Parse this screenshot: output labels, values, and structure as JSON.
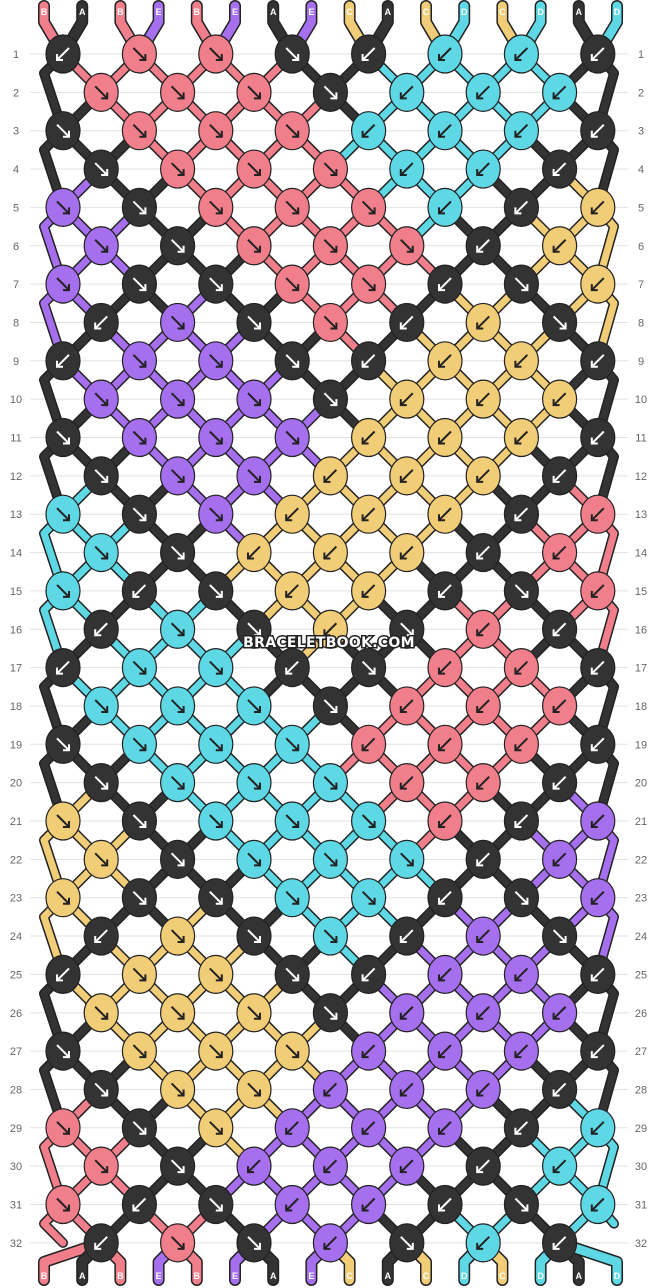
{
  "pattern": {
    "colors": {
      "A": "#333333",
      "B": "#f07f8b",
      "C": "#f2cd78",
      "D": "#5fd8e6",
      "E": "#a56fee"
    },
    "top_labels": [
      "B",
      "A",
      "B",
      "E",
      "B",
      "E",
      "A",
      "E",
      "C",
      "A",
      "C",
      "D",
      "C",
      "D",
      "A",
      "D"
    ],
    "bottom_labels": [
      "B",
      "A",
      "B",
      "E",
      "B",
      "E",
      "A",
      "E",
      "C",
      "A",
      "C",
      "D",
      "C",
      "D",
      "A",
      "D"
    ],
    "rows": [
      {
        "label": "1",
        "knots": [
          [
            "A",
            "bl"
          ],
          [
            "B",
            "br"
          ],
          [
            "B",
            "br"
          ],
          [
            "A",
            "br"
          ],
          [
            "A",
            "bl"
          ],
          [
            "D",
            "bl"
          ],
          [
            "D",
            "bl"
          ],
          [
            "A",
            "bl"
          ]
        ]
      },
      {
        "label": "2",
        "knots": [
          [
            "B",
            "br"
          ],
          [
            "B",
            "br"
          ],
          [
            "B",
            "br"
          ],
          [
            "A",
            "br"
          ],
          [
            "D",
            "bl"
          ],
          [
            "D",
            "bl"
          ],
          [
            "D",
            "bl"
          ]
        ]
      },
      {
        "label": "3",
        "knots": [
          [
            "A",
            "br"
          ],
          [
            "B",
            "br"
          ],
          [
            "B",
            "br"
          ],
          [
            "B",
            "br"
          ],
          [
            "D",
            "bl"
          ],
          [
            "D",
            "bl"
          ],
          [
            "D",
            "bl"
          ],
          [
            "A",
            "bl"
          ]
        ]
      },
      {
        "label": "4",
        "knots": [
          [
            "A",
            "br"
          ],
          [
            "B",
            "br"
          ],
          [
            "B",
            "br"
          ],
          [
            "B",
            "br"
          ],
          [
            "D",
            "bl"
          ],
          [
            "D",
            "bl"
          ],
          [
            "A",
            "bl"
          ]
        ]
      },
      {
        "label": "5",
        "knots": [
          [
            "E",
            "br"
          ],
          [
            "A",
            "br"
          ],
          [
            "B",
            "br"
          ],
          [
            "B",
            "br"
          ],
          [
            "B",
            "br"
          ],
          [
            "D",
            "bl"
          ],
          [
            "A",
            "bl"
          ],
          [
            "C",
            "bl"
          ]
        ]
      },
      {
        "label": "6",
        "knots": [
          [
            "E",
            "br"
          ],
          [
            "A",
            "br"
          ],
          [
            "B",
            "br"
          ],
          [
            "B",
            "br"
          ],
          [
            "B",
            "br"
          ],
          [
            "A",
            "bl"
          ],
          [
            "C",
            "bl"
          ]
        ]
      },
      {
        "label": "7",
        "knots": [
          [
            "E",
            "br"
          ],
          [
            "A",
            "br"
          ],
          [
            "A",
            "br"
          ],
          [
            "B",
            "br"
          ],
          [
            "B",
            "br"
          ],
          [
            "A",
            "bl"
          ],
          [
            "A",
            "br"
          ],
          [
            "C",
            "bl"
          ]
        ]
      },
      {
        "label": "8",
        "knots": [
          [
            "A",
            "bl"
          ],
          [
            "E",
            "br"
          ],
          [
            "A",
            "br"
          ],
          [
            "B",
            "br"
          ],
          [
            "A",
            "bl"
          ],
          [
            "C",
            "bl"
          ],
          [
            "A",
            "br"
          ]
        ]
      },
      {
        "label": "9",
        "knots": [
          [
            "A",
            "bl"
          ],
          [
            "E",
            "br"
          ],
          [
            "E",
            "br"
          ],
          [
            "A",
            "br"
          ],
          [
            "A",
            "bl"
          ],
          [
            "C",
            "bl"
          ],
          [
            "C",
            "bl"
          ],
          [
            "A",
            "bl"
          ]
        ]
      },
      {
        "label": "10",
        "knots": [
          [
            "E",
            "br"
          ],
          [
            "E",
            "br"
          ],
          [
            "E",
            "br"
          ],
          [
            "A",
            "br"
          ],
          [
            "C",
            "bl"
          ],
          [
            "C",
            "bl"
          ],
          [
            "C",
            "bl"
          ]
        ]
      },
      {
        "label": "11",
        "knots": [
          [
            "A",
            "br"
          ],
          [
            "E",
            "br"
          ],
          [
            "E",
            "br"
          ],
          [
            "E",
            "br"
          ],
          [
            "C",
            "bl"
          ],
          [
            "C",
            "bl"
          ],
          [
            "C",
            "bl"
          ],
          [
            "A",
            "bl"
          ]
        ]
      },
      {
        "label": "12",
        "knots": [
          [
            "A",
            "br"
          ],
          [
            "E",
            "br"
          ],
          [
            "E",
            "br"
          ],
          [
            "C",
            "bl"
          ],
          [
            "C",
            "bl"
          ],
          [
            "C",
            "bl"
          ],
          [
            "A",
            "bl"
          ]
        ]
      },
      {
        "label": "13",
        "knots": [
          [
            "D",
            "br"
          ],
          [
            "A",
            "br"
          ],
          [
            "E",
            "br"
          ],
          [
            "C",
            "bl"
          ],
          [
            "C",
            "bl"
          ],
          [
            "C",
            "bl"
          ],
          [
            "A",
            "bl"
          ],
          [
            "B",
            "bl"
          ]
        ]
      },
      {
        "label": "14",
        "knots": [
          [
            "D",
            "br"
          ],
          [
            "A",
            "br"
          ],
          [
            "C",
            "bl"
          ],
          [
            "C",
            "bl"
          ],
          [
            "C",
            "bl"
          ],
          [
            "A",
            "bl"
          ],
          [
            "B",
            "bl"
          ]
        ]
      },
      {
        "label": "15",
        "knots": [
          [
            "D",
            "br"
          ],
          [
            "A",
            "bl"
          ],
          [
            "A",
            "br"
          ],
          [
            "C",
            "bl"
          ],
          [
            "C",
            "bl"
          ],
          [
            "A",
            "bl"
          ],
          [
            "A",
            "br"
          ],
          [
            "B",
            "bl"
          ]
        ]
      },
      {
        "label": "16",
        "knots": [
          [
            "A",
            "bl"
          ],
          [
            "D",
            "br"
          ],
          [
            "A",
            "br"
          ],
          [
            "C",
            "bl"
          ],
          [
            "A",
            "br"
          ],
          [
            "B",
            "bl"
          ],
          [
            "A",
            "bl"
          ]
        ]
      },
      {
        "label": "17",
        "knots": [
          [
            "A",
            "bl"
          ],
          [
            "D",
            "br"
          ],
          [
            "D",
            "br"
          ],
          [
            "A",
            "bl"
          ],
          [
            "A",
            "br"
          ],
          [
            "B",
            "bl"
          ],
          [
            "B",
            "bl"
          ],
          [
            "A",
            "bl"
          ]
        ]
      },
      {
        "label": "18",
        "knots": [
          [
            "D",
            "br"
          ],
          [
            "D",
            "br"
          ],
          [
            "D",
            "br"
          ],
          [
            "A",
            "br"
          ],
          [
            "B",
            "bl"
          ],
          [
            "B",
            "bl"
          ],
          [
            "B",
            "bl"
          ]
        ]
      },
      {
        "label": "19",
        "knots": [
          [
            "A",
            "br"
          ],
          [
            "D",
            "br"
          ],
          [
            "D",
            "br"
          ],
          [
            "D",
            "br"
          ],
          [
            "B",
            "bl"
          ],
          [
            "B",
            "bl"
          ],
          [
            "B",
            "bl"
          ],
          [
            "A",
            "bl"
          ]
        ]
      },
      {
        "label": "20",
        "knots": [
          [
            "A",
            "br"
          ],
          [
            "D",
            "br"
          ],
          [
            "D",
            "br"
          ],
          [
            "D",
            "br"
          ],
          [
            "B",
            "bl"
          ],
          [
            "B",
            "bl"
          ],
          [
            "A",
            "bl"
          ]
        ]
      },
      {
        "label": "21",
        "knots": [
          [
            "C",
            "br"
          ],
          [
            "A",
            "br"
          ],
          [
            "D",
            "br"
          ],
          [
            "D",
            "br"
          ],
          [
            "D",
            "br"
          ],
          [
            "B",
            "bl"
          ],
          [
            "A",
            "bl"
          ],
          [
            "E",
            "bl"
          ]
        ]
      },
      {
        "label": "22",
        "knots": [
          [
            "C",
            "br"
          ],
          [
            "A",
            "br"
          ],
          [
            "D",
            "br"
          ],
          [
            "D",
            "br"
          ],
          [
            "D",
            "br"
          ],
          [
            "A",
            "bl"
          ],
          [
            "E",
            "bl"
          ]
        ]
      },
      {
        "label": "23",
        "knots": [
          [
            "C",
            "br"
          ],
          [
            "A",
            "br"
          ],
          [
            "A",
            "br"
          ],
          [
            "D",
            "br"
          ],
          [
            "D",
            "br"
          ],
          [
            "A",
            "bl"
          ],
          [
            "A",
            "br"
          ],
          [
            "E",
            "bl"
          ]
        ]
      },
      {
        "label": "24",
        "knots": [
          [
            "A",
            "bl"
          ],
          [
            "C",
            "br"
          ],
          [
            "A",
            "br"
          ],
          [
            "D",
            "br"
          ],
          [
            "A",
            "bl"
          ],
          [
            "E",
            "bl"
          ],
          [
            "A",
            "br"
          ]
        ]
      },
      {
        "label": "25",
        "knots": [
          [
            "A",
            "bl"
          ],
          [
            "C",
            "br"
          ],
          [
            "C",
            "br"
          ],
          [
            "A",
            "br"
          ],
          [
            "A",
            "bl"
          ],
          [
            "E",
            "bl"
          ],
          [
            "E",
            "bl"
          ],
          [
            "A",
            "bl"
          ]
        ]
      },
      {
        "label": "26",
        "knots": [
          [
            "C",
            "br"
          ],
          [
            "C",
            "br"
          ],
          [
            "C",
            "br"
          ],
          [
            "A",
            "br"
          ],
          [
            "E",
            "bl"
          ],
          [
            "E",
            "bl"
          ],
          [
            "E",
            "bl"
          ]
        ]
      },
      {
        "label": "27",
        "knots": [
          [
            "A",
            "br"
          ],
          [
            "C",
            "br"
          ],
          [
            "C",
            "br"
          ],
          [
            "C",
            "br"
          ],
          [
            "E",
            "bl"
          ],
          [
            "E",
            "bl"
          ],
          [
            "E",
            "bl"
          ],
          [
            "A",
            "bl"
          ]
        ]
      },
      {
        "label": "28",
        "knots": [
          [
            "A",
            "br"
          ],
          [
            "C",
            "br"
          ],
          [
            "C",
            "br"
          ],
          [
            "E",
            "bl"
          ],
          [
            "E",
            "bl"
          ],
          [
            "E",
            "bl"
          ],
          [
            "A",
            "bl"
          ]
        ]
      },
      {
        "label": "29",
        "knots": [
          [
            "B",
            "br"
          ],
          [
            "A",
            "br"
          ],
          [
            "C",
            "br"
          ],
          [
            "E",
            "bl"
          ],
          [
            "E",
            "bl"
          ],
          [
            "E",
            "bl"
          ],
          [
            "A",
            "bl"
          ],
          [
            "D",
            "bl"
          ]
        ]
      },
      {
        "label": "30",
        "knots": [
          [
            "B",
            "br"
          ],
          [
            "A",
            "br"
          ],
          [
            "E",
            "bl"
          ],
          [
            "E",
            "bl"
          ],
          [
            "E",
            "bl"
          ],
          [
            "A",
            "bl"
          ],
          [
            "D",
            "bl"
          ]
        ]
      },
      {
        "label": "31",
        "knots": [
          [
            "B",
            "br"
          ],
          [
            "A",
            "bl"
          ],
          [
            "A",
            "br"
          ],
          [
            "E",
            "bl"
          ],
          [
            "E",
            "bl"
          ],
          [
            "A",
            "bl"
          ],
          [
            "A",
            "br"
          ],
          [
            "D",
            "bl"
          ]
        ]
      },
      {
        "label": "32",
        "knots": [
          [
            "A",
            "bl"
          ],
          [
            "B",
            "br"
          ],
          [
            "A",
            "br"
          ],
          [
            "E",
            "bl"
          ],
          [
            "A",
            "br"
          ],
          [
            "D",
            "bl"
          ],
          [
            "A",
            "bl"
          ]
        ]
      }
    ]
  },
  "watermark": "BRACELETBOOK.COM"
}
